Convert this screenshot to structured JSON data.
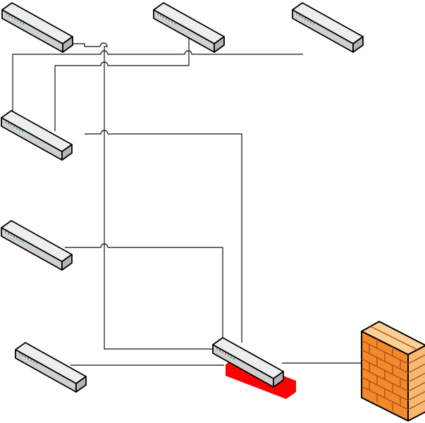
{
  "colors": {
    "background": "#ffffff",
    "wire": "#111111",
    "switch_top": "#eeeeee",
    "switch_front": "#d0d0d0",
    "switch_side": "#b5b5b5",
    "switch_outline": "#000000",
    "led_green": "#2fb34a",
    "led_red": "#d23b3b",
    "highlight": "#ff0000",
    "firewall_front": "#f2892a",
    "firewall_side": "#f9b870",
    "firewall_top": "#fbcf95",
    "firewall_mortar": "#a8541a"
  },
  "icons": {
    "switch": "network-switch-icon",
    "firewall": "firewall-brick-wall-icon",
    "connection": "network-cable"
  },
  "nodes": [
    {
      "id": "switch-1",
      "type": "switch"
    },
    {
      "id": "switch-2",
      "type": "switch"
    },
    {
      "id": "switch-3",
      "type": "switch"
    },
    {
      "id": "switch-4",
      "type": "switch"
    },
    {
      "id": "switch-5",
      "type": "switch"
    },
    {
      "id": "switch-6",
      "type": "switch"
    },
    {
      "id": "switch-core",
      "type": "switch",
      "highlighted": true
    },
    {
      "id": "firewall",
      "type": "firewall"
    }
  ],
  "links": [
    {
      "from": "switch-1",
      "to": "switch-core"
    },
    {
      "from": "switch-4",
      "to": "switch-2"
    },
    {
      "from": "switch-4",
      "to": "switch-core"
    },
    {
      "from": "switch-5",
      "to": "switch-core"
    },
    {
      "from": "switch-6",
      "to": "switch-core"
    },
    {
      "from": "switch-core",
      "to": "firewall"
    }
  ]
}
